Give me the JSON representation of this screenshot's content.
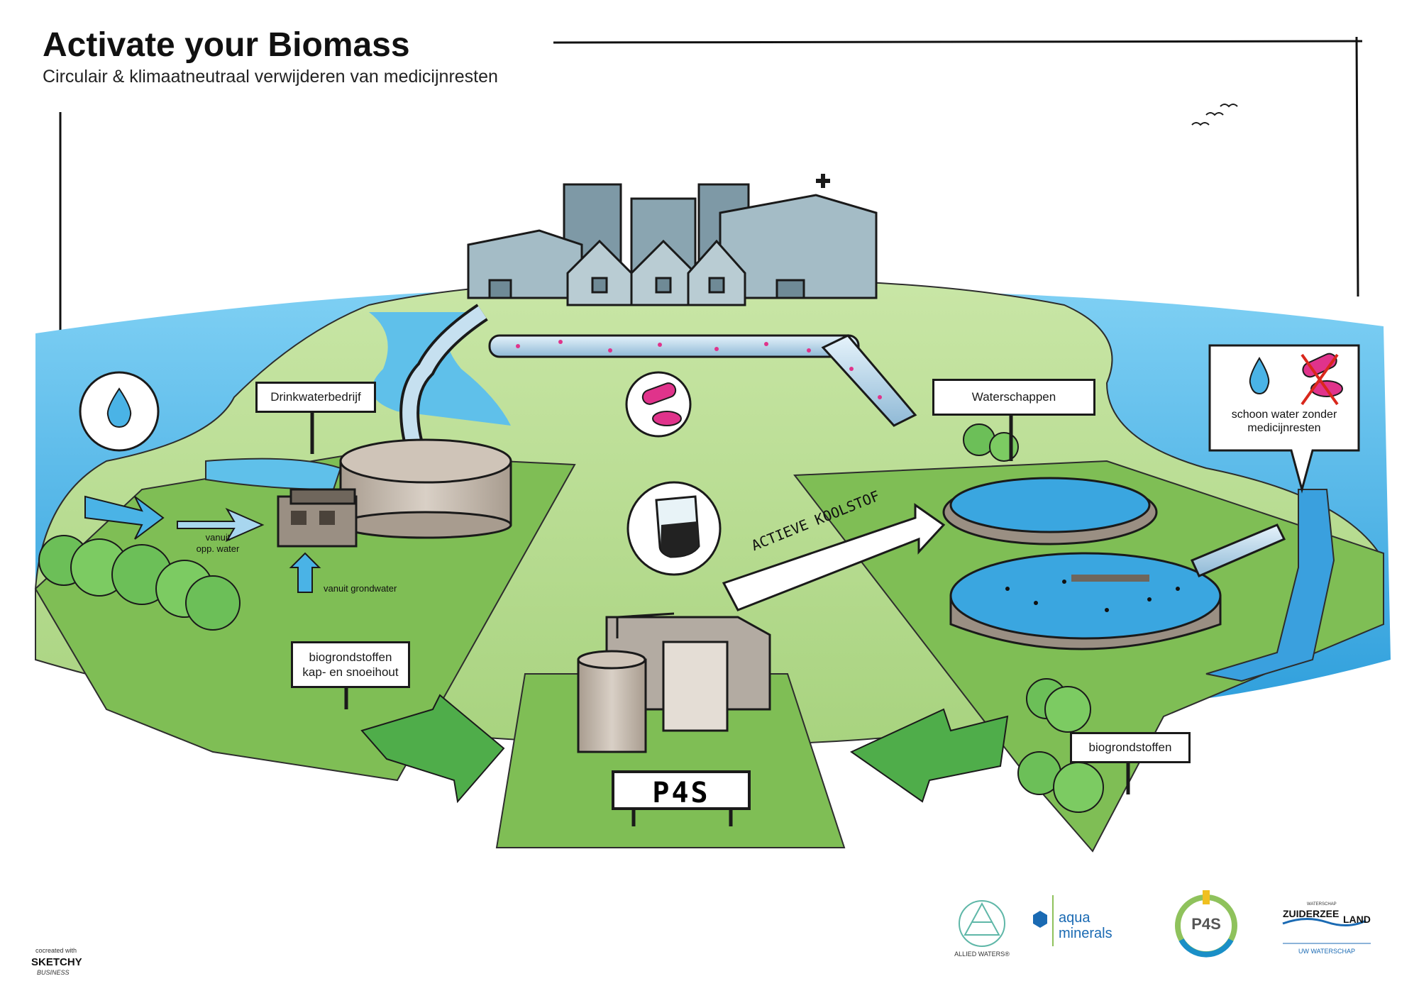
{
  "header": {
    "title": "Activate your Biomass",
    "subtitle": "Circulair & klimaatneutraal verwijderen van medicijnresten"
  },
  "labels": {
    "drinkwater": "Drinkwaterbedrijf",
    "waterschappen": "Waterschappen",
    "clean_water": [
      "schoon water zonder",
      "medicijnresten"
    ],
    "vanuit_opp": [
      "vanuit",
      "opp. water"
    ],
    "vanuit_grond": "vanuit grondwater",
    "bio_left": [
      "biogrondstoffen",
      "kap- en snoeihout"
    ],
    "bio_right": "biogrondstoffen",
    "koolstof": "ACTIEVE KOOLSTOF",
    "p4s": "P4S"
  },
  "logos": {
    "allied": "ALLIED WATERS®",
    "aqua1": "aqua",
    "aqua2": "minerals",
    "p4s": "P4S",
    "zz_small": "WATERSCHAP",
    "zz_main1": "ZUIDERZEE",
    "zz_main2": "LAND",
    "zz_sub": "UW WATERSCHAP"
  },
  "credit": {
    "line1": "cocreated with",
    "line2": "SKETCHY",
    "line3": "BUSINESS"
  },
  "colors": {
    "water": "#4ab3e6",
    "grass": "#9ccf6e",
    "dark_green": "#4fad4a",
    "building": "#9fb8c2",
    "pink": "#e0338b"
  },
  "icons": [
    "water-drop-icon",
    "pill-icon",
    "crossed-pill-icon",
    "beaker-icon",
    "birds-icon",
    "plus-icon"
  ]
}
